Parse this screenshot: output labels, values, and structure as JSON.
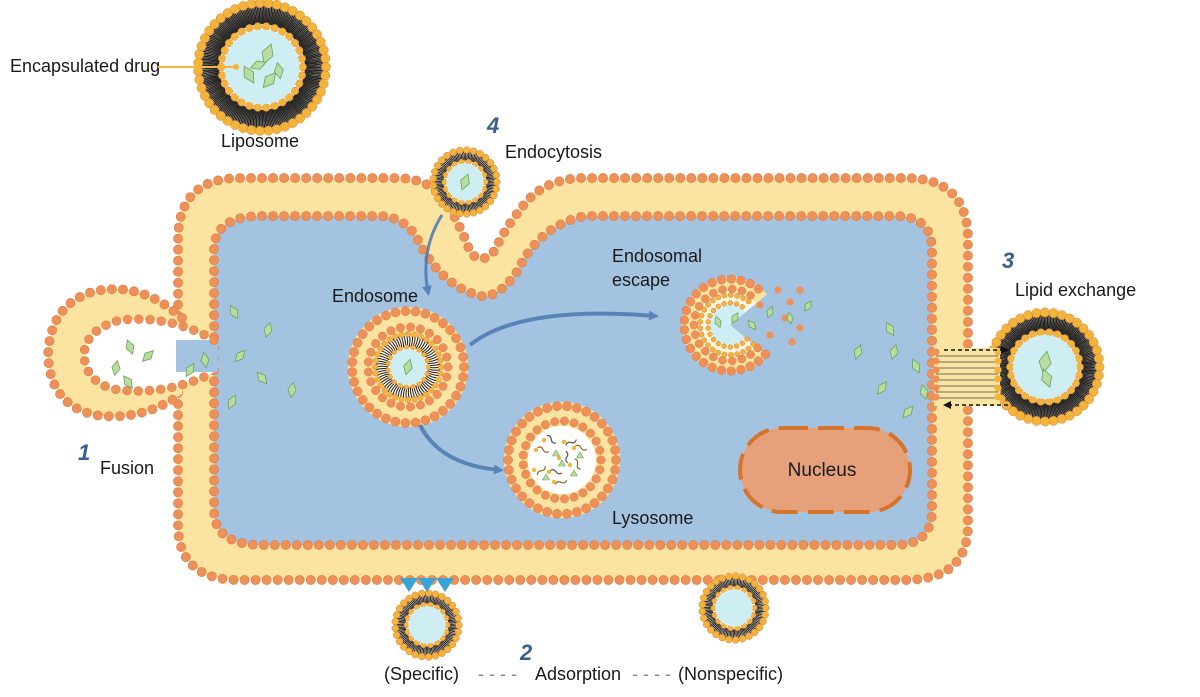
{
  "colors": {
    "membrane_fill": "#fbe3a1",
    "head": "#ee9158",
    "head_edge": "#e07a40",
    "cytoplasm": "#a4c3e0",
    "lipo_head": "#f2b53a",
    "lipo_tail": "#222222",
    "lipo_core": "#cfeef4",
    "drug": "#b9dca0",
    "drug_edge": "#6aa35a",
    "nucleus": "#e6a17a",
    "nucleus_edge": "#d4742d",
    "arrow": "#4a78b0",
    "receptor": "#3aa3d6",
    "number": "#3a5f8e"
  },
  "labels": {
    "encapsulated_drug": "Encapsulated drug",
    "liposome": "Liposome",
    "endocytosis": "Endocytosis",
    "endosome": "Endosome",
    "endosomal_escape_1": "Endosomal",
    "endosomal_escape_2": "escape",
    "lipid_exchange": "Lipid exchange",
    "fusion": "Fusion",
    "lysosome": "Lysosome",
    "nucleus": "Nucleus",
    "specific": "(Specific)",
    "adsorption": "Adsorption",
    "nonspecific": "(Nonspecific)",
    "dash_left": "- - - -",
    "dash_right": "- - - -"
  },
  "steps": [
    {
      "number": "1",
      "name": "Fusion"
    },
    {
      "number": "2",
      "name": "Adsorption"
    },
    {
      "number": "3",
      "name": "Lipid exchange"
    },
    {
      "number": "4",
      "name": "Endocytosis"
    }
  ]
}
